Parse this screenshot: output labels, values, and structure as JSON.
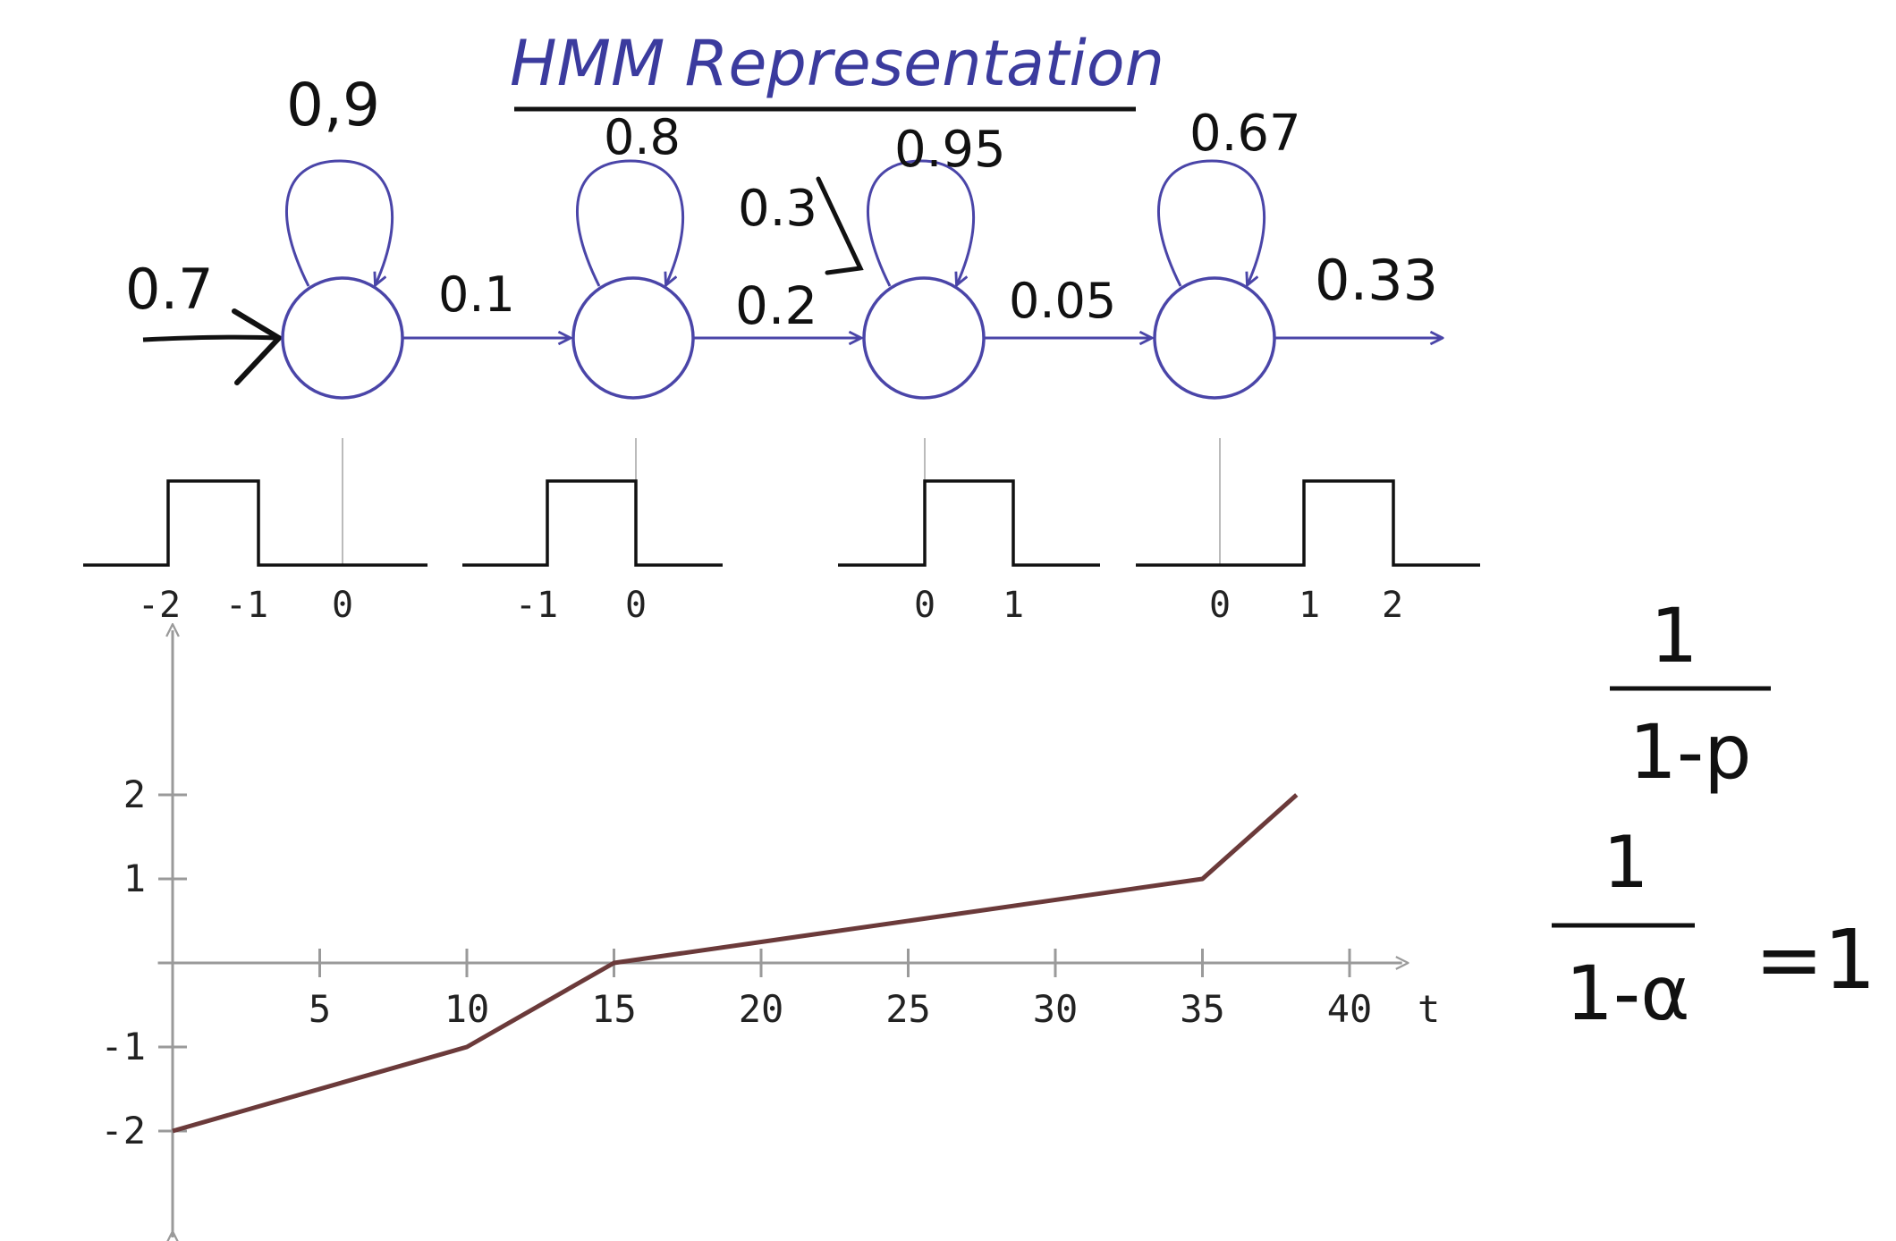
{
  "title": "HMM Representation",
  "colors": {
    "states": "#4a45a8",
    "ink": "#111111",
    "curve": "#6b3a3a",
    "axis": "#9a9a9a"
  },
  "hmm": {
    "initial_prob": "0.7",
    "states": [
      {
        "self_loop": "0,9",
        "out_prob": "0.1"
      },
      {
        "self_loop": "0.8",
        "out_prob": "0.2"
      },
      {
        "self_loop": "0.95",
        "out_prob": "0.05"
      },
      {
        "self_loop": "0.67",
        "out_prob": "0.33"
      }
    ],
    "extra_annotation": "0.3"
  },
  "pulses": [
    {
      "ticks": [
        "-2",
        "-1",
        "0"
      ]
    },
    {
      "ticks": [
        "-1",
        "0"
      ]
    },
    {
      "ticks": [
        "0",
        "1"
      ]
    },
    {
      "ticks": [
        "0",
        "1",
        "2"
      ]
    }
  ],
  "chart_data": {
    "type": "line",
    "x": [
      0,
      10,
      15,
      35,
      38.2
    ],
    "y": [
      -2,
      -1,
      0,
      1,
      2
    ],
    "xlabel": "t",
    "ylabel": "",
    "xticks": [
      "5",
      "10",
      "15",
      "20",
      "25",
      "30",
      "35",
      "40"
    ],
    "yticks": [
      "2",
      "1",
      "-1",
      "-2"
    ],
    "xlim": [
      0,
      43
    ],
    "ylim": [
      -3,
      3
    ]
  },
  "formulas": {
    "f1_num": "1",
    "f1_den": "1-p",
    "f2_num": "1",
    "f2_den": "1-α",
    "f2_rhs": "=1"
  }
}
